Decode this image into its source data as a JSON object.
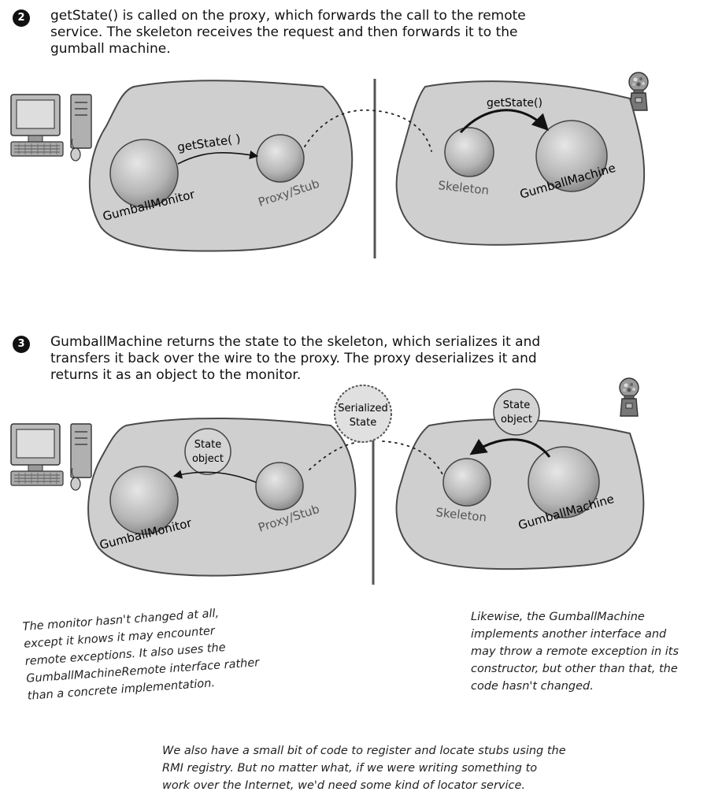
{
  "steps": [
    {
      "number": "2",
      "lines": [
        "getState() is called on the proxy, which forwards the call to the remote",
        "service.  The skeleton receives the request and then forwards it to the",
        "gumball machine."
      ]
    },
    {
      "number": "3",
      "lines": [
        "GumballMachine returns the state to the skeleton, which serializes it and",
        "transfers it back over the wire to the proxy.  The proxy deserializes it and",
        "returns it as an object to the monitor."
      ]
    }
  ],
  "diagram": {
    "gumball_monitor_label": "GumballMonitor",
    "proxy_label": "Proxy/Stub",
    "skeleton_label": "Skeleton",
    "gumball_machine_label": "GumballMachine",
    "call_label": "getState( )",
    "remote_call_label": "getState()",
    "state_object_line1": "State",
    "state_object_line2": "object",
    "serialized_line1": "Serialized",
    "serialized_line2": "State"
  },
  "notes": {
    "monitor_note": [
      "The monitor hasn't changed at all,",
      "except it knows it may encounter",
      "remote exceptions.  It also uses the",
      "GumballMachineRemote interface rather",
      "than a concrete implementation."
    ],
    "machine_note": [
      "Likewise, the GumballMachine",
      "implements another interface and",
      "may throw a remote exception in its",
      "constructor, but other than that, the",
      "code hasn't changed."
    ],
    "registry_note": [
      "We also have a small bit of code to register and locate stubs using the",
      "RMI registry.  But no matter what, if we were writing something to",
      "work over the Internet, we'd need some kind of locator service."
    ]
  },
  "colors": {
    "heap_fill": "#cfcfcf",
    "heap_stroke": "#4a4a4a",
    "object_fill": "#c2c2c2",
    "wire": "#555555"
  }
}
